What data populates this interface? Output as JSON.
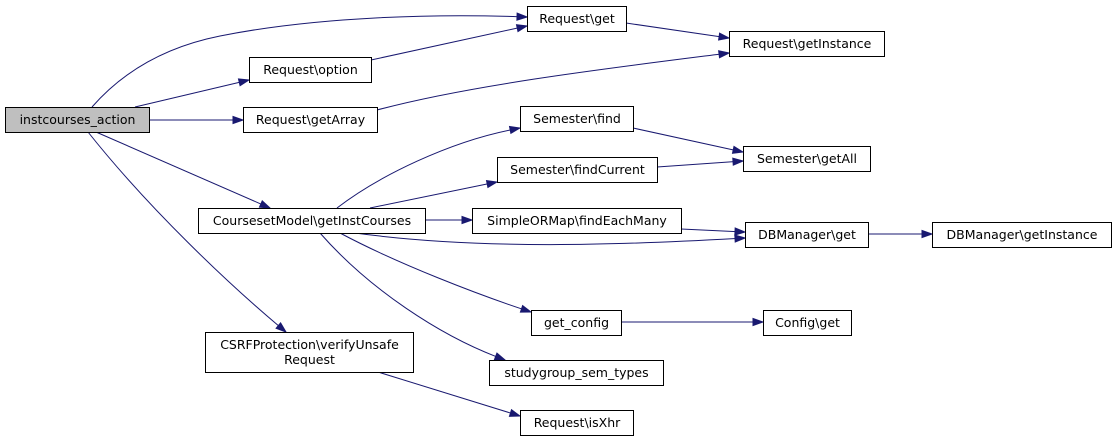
{
  "graph": {
    "nodes": {
      "root": {
        "label": [
          "instcourses_action"
        ],
        "root": true
      },
      "req_get": {
        "label": [
          "Request\\get"
        ]
      },
      "req_option": {
        "label": [
          "Request\\option"
        ]
      },
      "req_getinstance": {
        "label": [
          "Request\\getInstance"
        ]
      },
      "req_getarray": {
        "label": [
          "Request\\getArray"
        ]
      },
      "sem_find": {
        "label": [
          "Semester\\find"
        ]
      },
      "sem_findcurrent": {
        "label": [
          "Semester\\findCurrent"
        ]
      },
      "sem_getall": {
        "label": [
          "Semester\\getAll"
        ]
      },
      "cm_getinstcourses": {
        "label": [
          "CoursesetModel\\getInstCourses"
        ]
      },
      "orm_findeachmany": {
        "label": [
          "SimpleORMap\\findEachMany"
        ]
      },
      "db_get": {
        "label": [
          "DBManager\\get"
        ]
      },
      "db_getinstance": {
        "label": [
          "DBManager\\getInstance"
        ]
      },
      "get_config": {
        "label": [
          "get_config"
        ]
      },
      "config_get": {
        "label": [
          "Config\\get"
        ]
      },
      "csrf_verify": {
        "label": [
          "CSRFProtection\\verifyUnsafe",
          "Request"
        ]
      },
      "studygroup": {
        "label": [
          "studygroup_sem_types"
        ]
      },
      "req_isxhr": {
        "label": [
          "Request\\isXhr"
        ]
      }
    },
    "edges": [
      [
        "root",
        "req_get"
      ],
      [
        "root",
        "req_option"
      ],
      [
        "root",
        "req_getarray"
      ],
      [
        "root",
        "cm_getinstcourses"
      ],
      [
        "root",
        "csrf_verify"
      ],
      [
        "req_option",
        "req_get"
      ],
      [
        "req_get",
        "req_getinstance"
      ],
      [
        "req_getarray",
        "req_getinstance"
      ],
      [
        "cm_getinstcourses",
        "sem_find"
      ],
      [
        "cm_getinstcourses",
        "sem_findcurrent"
      ],
      [
        "cm_getinstcourses",
        "orm_findeachmany"
      ],
      [
        "cm_getinstcourses",
        "db_get"
      ],
      [
        "cm_getinstcourses",
        "get_config"
      ],
      [
        "cm_getinstcourses",
        "studygroup"
      ],
      [
        "sem_find",
        "sem_getall"
      ],
      [
        "sem_findcurrent",
        "sem_getall"
      ],
      [
        "orm_findeachmany",
        "db_get"
      ],
      [
        "db_get",
        "db_getinstance"
      ],
      [
        "get_config",
        "config_get"
      ],
      [
        "csrf_verify",
        "req_isxhr"
      ]
    ]
  }
}
